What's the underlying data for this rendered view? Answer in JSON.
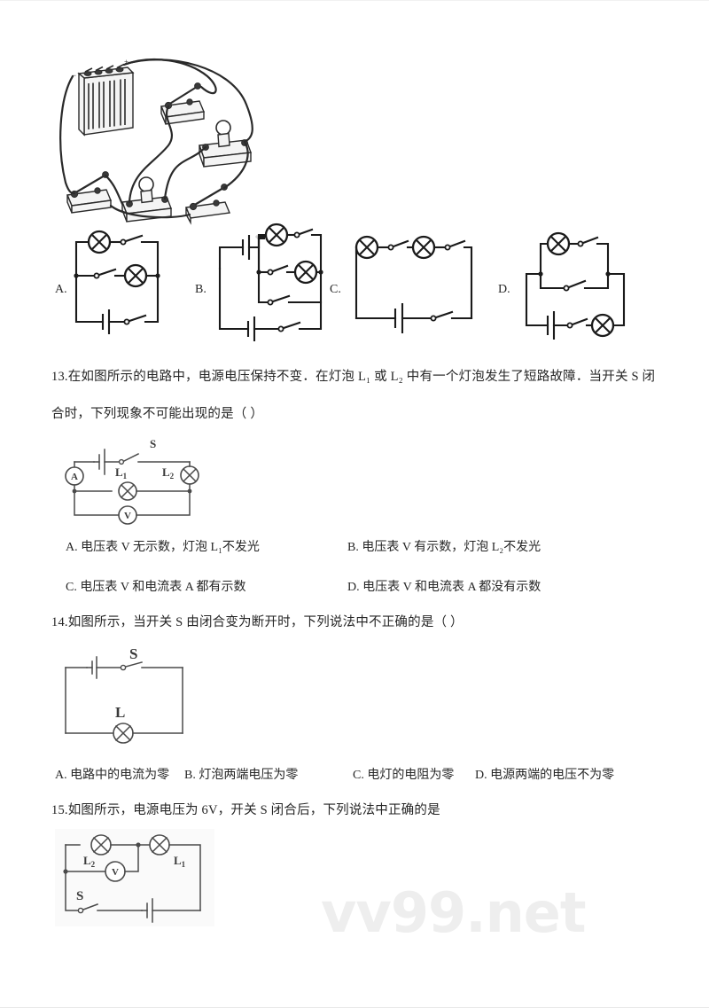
{
  "page": {
    "watermark": "vv99.net"
  },
  "top_figure": {
    "caption": "",
    "icon": "pictorial-circuit-battery-switches-lamps"
  },
  "choices_row": {
    "labels": [
      "A.",
      "B.",
      "C.",
      "D."
    ],
    "circuits": [
      {
        "key": "A",
        "description": "two lamps each in series with a switch, the two branches in parallel, battery and switch in main loop",
        "components": [
          "lamp",
          "lamp",
          "switch",
          "switch",
          "switch",
          "battery"
        ]
      },
      {
        "key": "B",
        "description": "battery in main loop with three parallel branches: lamp with switch, switch, lamp; main switch at bottom",
        "components": [
          "lamp",
          "lamp",
          "switch",
          "switch",
          "switch",
          "battery"
        ]
      },
      {
        "key": "C",
        "description": "two lamps and two switches all in series with the battery in one loop",
        "components": [
          "lamp",
          "lamp",
          "switch",
          "switch",
          "battery"
        ]
      },
      {
        "key": "D",
        "description": "lamp with switch in parallel with a switch, in series with battery, switch and second lamp",
        "components": [
          "lamp",
          "lamp",
          "switch",
          "switch",
          "switch",
          "battery"
        ]
      }
    ]
  },
  "questions": [
    {
      "number": "13",
      "stem_lines": [
        "13.在如图所示的电路中，电源电压保持不变．在灯泡 L₁ 或 L₂ 中有一个灯泡发生了短路故障．当开关 S 闭",
        "合时，下列现象不可能出现的是（  ）"
      ],
      "figure": {
        "icon": "circuit-diagram-q13",
        "labels": [
          "S",
          "L₁",
          "L₂",
          "A",
          "V"
        ],
        "description": "ammeter A and battery with switch S on top branch; lamp L1 in middle branch parallel with voltmeter V; lamp L2 on right"
      },
      "options": [
        {
          "key": "A",
          "text": "A. 电压表 V 无示数，灯泡 L₁不发光"
        },
        {
          "key": "B",
          "text": "B. 电压表 V 有示数，灯泡 L₂不发光"
        },
        {
          "key": "C",
          "text": "C. 电压表 V 和电流表 A 都有示数"
        },
        {
          "key": "D",
          "text": "D. 电压表 V 和电流表 A 都没有示数"
        }
      ]
    },
    {
      "number": "14",
      "stem_lines": [
        "14.如图所示，当开关 S 由闭合变为断开时，下列说法中不正确的是（  ）"
      ],
      "figure": {
        "icon": "circuit-diagram-q14",
        "labels": [
          "S",
          "L"
        ],
        "description": "single loop with battery and switch S on top, lamp L on bottom"
      },
      "options": [
        {
          "key": "A",
          "text": "A. 电路中的电流为零"
        },
        {
          "key": "B",
          "text": "B. 灯泡两端电压为零"
        },
        {
          "key": "C",
          "text": "C. 电灯的电阻为零"
        },
        {
          "key": "D",
          "text": "D. 电源两端的电压不为零"
        }
      ]
    },
    {
      "number": "15",
      "stem_lines": [
        "15.如图所示，电源电压为 6V，开关 S 闭合后，下列说法中正确的是"
      ],
      "figure": {
        "icon": "circuit-diagram-q15",
        "labels": [
          "L₂",
          "L₁",
          "V",
          "S"
        ],
        "description": "lamp L2 with voltmeter V in parallel on left, lamp L1 on right, switch S and battery on bottom"
      },
      "options": []
    }
  ]
}
